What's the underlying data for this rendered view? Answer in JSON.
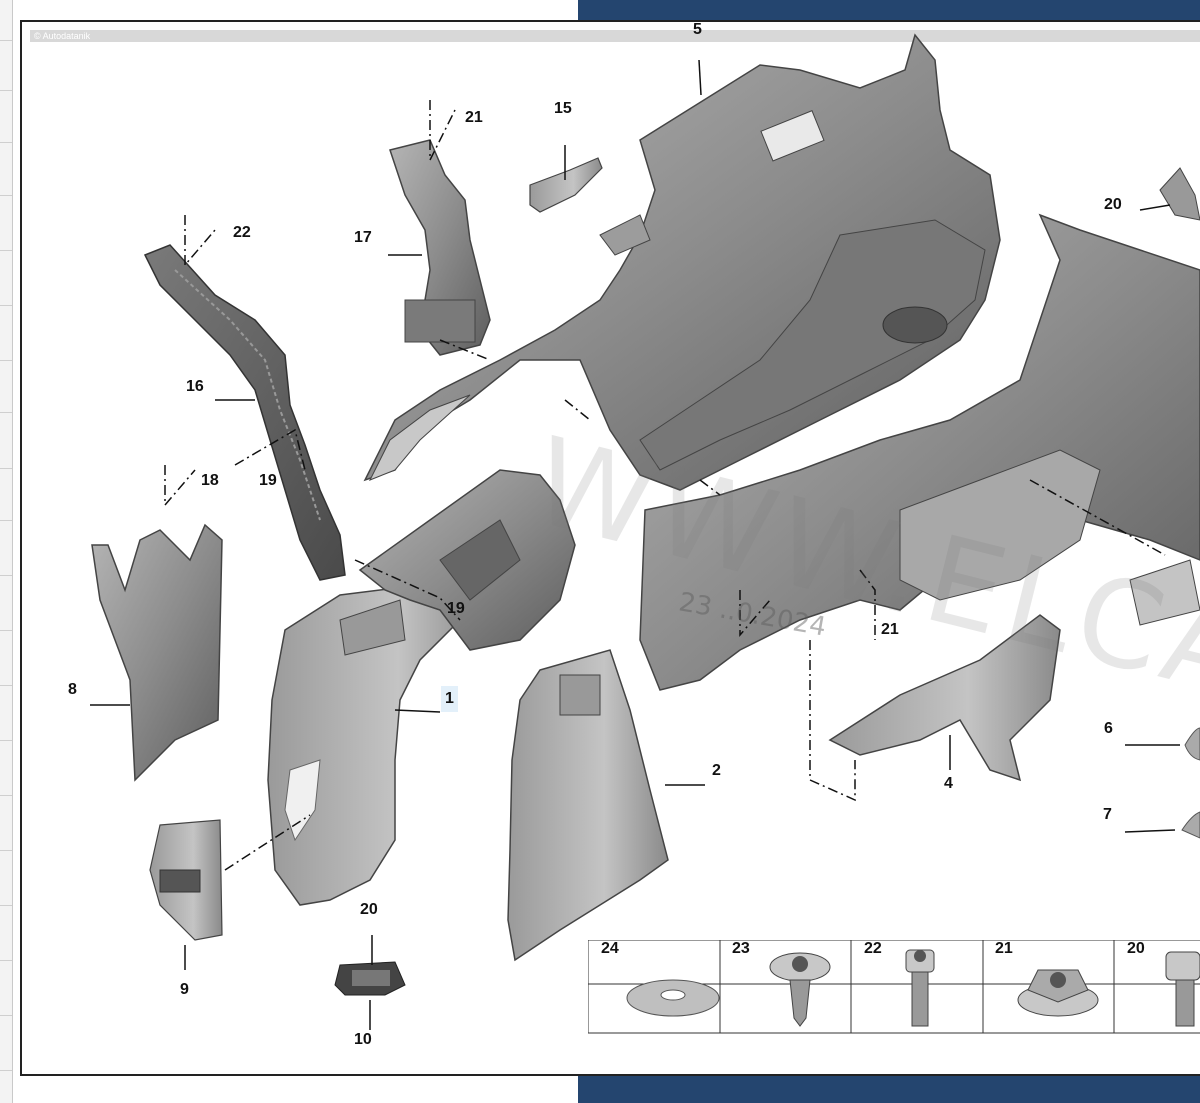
{
  "header": {
    "copyright": "© Autodatanik"
  },
  "watermark": "WWW.ELCATS.RU",
  "stamp": "23 ..0.2024",
  "callouts": [
    {
      "id": "c1",
      "text": "1",
      "selected": true
    },
    {
      "id": "c2",
      "text": "2"
    },
    {
      "id": "c4",
      "text": "4"
    },
    {
      "id": "c5",
      "text": "5"
    },
    {
      "id": "c6",
      "text": "6"
    },
    {
      "id": "c7",
      "text": "7"
    },
    {
      "id": "c8",
      "text": "8"
    },
    {
      "id": "c9",
      "text": "9"
    },
    {
      "id": "c10",
      "text": "10"
    },
    {
      "id": "c15",
      "text": "15"
    },
    {
      "id": "c16",
      "text": "16"
    },
    {
      "id": "c17",
      "text": "17"
    },
    {
      "id": "c18",
      "text": "18"
    },
    {
      "id": "c19a",
      "text": "19"
    },
    {
      "id": "c19b",
      "text": "19"
    },
    {
      "id": "c20a",
      "text": "20"
    },
    {
      "id": "c20b",
      "text": "20"
    },
    {
      "id": "c21a",
      "text": "21"
    },
    {
      "id": "c21b",
      "text": "21"
    },
    {
      "id": "c22",
      "text": "22"
    }
  ],
  "fastener_table": [
    {
      "number": "24",
      "icon": "washer-icon"
    },
    {
      "number": "23",
      "icon": "self-tapping-screw-icon"
    },
    {
      "number": "22",
      "icon": "torx-bolt-icon"
    },
    {
      "number": "21",
      "icon": "flange-nut-icon"
    },
    {
      "number": "20",
      "icon": "screw-icon"
    }
  ],
  "colors": {
    "band": "#24456f",
    "part_fill": "#8c8c8c",
    "part_dark": "#5e5e5e",
    "part_light": "#b5b5b5",
    "selected_label_bg": "#e3f0fa"
  }
}
